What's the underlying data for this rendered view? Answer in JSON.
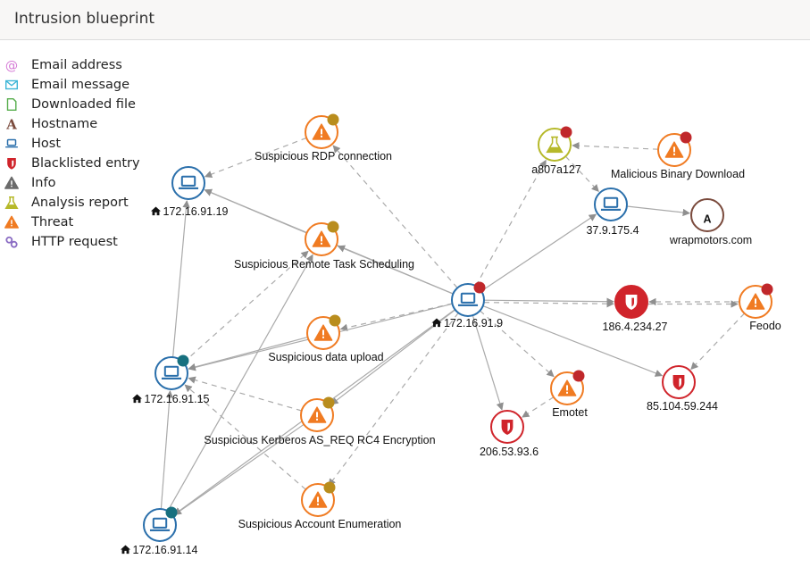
{
  "header": {
    "title": "Intrusion blueprint"
  },
  "colors": {
    "host": "#2a6fab",
    "threat": "#f07b22",
    "blacklist": "#d0242b",
    "analysis": "#b6b92a",
    "hostname": "#7a4a3c",
    "email_address": "#d57bd6",
    "email_message": "#3bb5d6",
    "downloaded_file": "#56ad4c",
    "info": "#6b6b6b",
    "http_request": "#8a6cc3",
    "badge_gold": "#b98d1d",
    "badge_red": "#c0282b",
    "badge_teal": "#17707f",
    "edge": "#aaaaaa"
  },
  "legend": [
    {
      "label": "Email address",
      "icon": "at-icon",
      "color_key": "email_address"
    },
    {
      "label": "Email message",
      "icon": "envelope-icon",
      "color_key": "email_message"
    },
    {
      "label": "Downloaded file",
      "icon": "file-icon",
      "color_key": "downloaded_file"
    },
    {
      "label": "Hostname",
      "icon": "letter-a-icon",
      "color_key": "hostname"
    },
    {
      "label": "Host",
      "icon": "laptop-icon",
      "color_key": "host"
    },
    {
      "label": "Blacklisted entry",
      "icon": "shield-icon",
      "color_key": "blacklist"
    },
    {
      "label": "Info",
      "icon": "warning-icon",
      "color_key": "info"
    },
    {
      "label": "Analysis report",
      "icon": "flask-icon",
      "color_key": "analysis"
    },
    {
      "label": "Threat",
      "icon": "warning-icon",
      "color_key": "threat"
    },
    {
      "label": "HTTP request",
      "icon": "link-icon",
      "color_key": "http_request"
    }
  ],
  "nodes": [
    {
      "id": "rdp",
      "type": "threat",
      "label": "Suspicious RDP connection",
      "badge": "badge_gold",
      "home": false
    },
    {
      "id": "h19",
      "type": "host",
      "label": "172.16.91.19",
      "badge": null,
      "home": true
    },
    {
      "id": "rts",
      "type": "threat",
      "label": "Suspicious Remote Task Scheduling",
      "badge": "badge_gold",
      "home": false
    },
    {
      "id": "a807",
      "type": "analysis",
      "label": "a807a127",
      "badge": "badge_red",
      "home": false
    },
    {
      "id": "mbd",
      "type": "threat",
      "label": "Malicious Binary Download",
      "badge": "badge_red",
      "home": false
    },
    {
      "id": "h37",
      "type": "host",
      "label": "37.9.175.4",
      "badge": null,
      "home": false
    },
    {
      "id": "wrap",
      "type": "hostname",
      "label": "wrapmotors.com",
      "badge": null,
      "home": false
    },
    {
      "id": "h9",
      "type": "host",
      "label": "172.16.91.9",
      "badge": "badge_red",
      "home": true
    },
    {
      "id": "b186",
      "type": "blacklist_filled",
      "label": "186.4.234.27",
      "badge": null,
      "home": false
    },
    {
      "id": "feodo",
      "type": "threat",
      "label": "Feodo",
      "badge": "badge_red",
      "home": false
    },
    {
      "id": "sdu",
      "type": "threat",
      "label": "Suspicious data upload",
      "badge": "badge_gold",
      "home": false
    },
    {
      "id": "h15",
      "type": "host",
      "label": "172.16.91.15",
      "badge": "badge_teal",
      "home": true
    },
    {
      "id": "b85",
      "type": "blacklist",
      "label": "85.104.59.244",
      "badge": null,
      "home": false
    },
    {
      "id": "emotet",
      "type": "threat",
      "label": "Emotet",
      "badge": "badge_red",
      "home": false
    },
    {
      "id": "kerb",
      "type": "threat",
      "label": "Suspicious Kerberos AS_REQ RC4 Encryption",
      "badge": "badge_gold",
      "home": false
    },
    {
      "id": "b206",
      "type": "blacklist",
      "label": "206.53.93.6",
      "badge": null,
      "home": false
    },
    {
      "id": "sae",
      "type": "threat",
      "label": "Suspicious Account Enumeration",
      "badge": "badge_gold",
      "home": false
    },
    {
      "id": "h14",
      "type": "host",
      "label": "172.16.91.14",
      "badge": "badge_teal",
      "home": true
    }
  ],
  "edges": [
    {
      "from": "rdp",
      "to": "h19",
      "style": "dashed"
    },
    {
      "from": "h9",
      "to": "rdp",
      "style": "dashed"
    },
    {
      "from": "rts",
      "to": "h19",
      "style": "solid"
    },
    {
      "from": "h9",
      "to": "h19",
      "style": "solid"
    },
    {
      "from": "h9",
      "to": "rts",
      "style": "solid"
    },
    {
      "from": "h15",
      "to": "h19",
      "style": "solid"
    },
    {
      "from": "h15",
      "to": "rts",
      "style": "dashed"
    },
    {
      "from": "h14",
      "to": "rts",
      "style": "solid"
    },
    {
      "from": "h9",
      "to": "a807",
      "style": "dashed"
    },
    {
      "from": "mbd",
      "to": "a807",
      "style": "dashed"
    },
    {
      "from": "a807",
      "to": "h37",
      "style": "dashed"
    },
    {
      "from": "h9",
      "to": "h37",
      "style": "solid"
    },
    {
      "from": "h37",
      "to": "wrap",
      "style": "solid"
    },
    {
      "from": "h9",
      "to": "b186",
      "style": "solid"
    },
    {
      "from": "h9",
      "to": "b186",
      "style": "dashed"
    },
    {
      "from": "feodo",
      "to": "b186",
      "style": "dashed"
    },
    {
      "from": "b186",
      "to": "feodo",
      "style": "dashed"
    },
    {
      "from": "feodo",
      "to": "b85",
      "style": "dashed"
    },
    {
      "from": "h9",
      "to": "b85",
      "style": "solid"
    },
    {
      "from": "h9",
      "to": "emotet",
      "style": "dashed"
    },
    {
      "from": "emotet",
      "to": "b206",
      "style": "dashed"
    },
    {
      "from": "h9",
      "to": "b206",
      "style": "solid"
    },
    {
      "from": "h9",
      "to": "sdu",
      "style": "dashed"
    },
    {
      "from": "h9",
      "to": "h15",
      "style": "solid"
    },
    {
      "from": "sdu",
      "to": "h15",
      "style": "solid"
    },
    {
      "from": "kerb",
      "to": "h15",
      "style": "dashed"
    },
    {
      "from": "sae",
      "to": "h15",
      "style": "dashed"
    },
    {
      "from": "h9",
      "to": "kerb",
      "style": "solid"
    },
    {
      "from": "h9",
      "to": "sae",
      "style": "dashed"
    },
    {
      "from": "kerb",
      "to": "h14",
      "style": "solid"
    },
    {
      "from": "h14",
      "to": "h15",
      "style": "solid"
    },
    {
      "from": "h9",
      "to": "h14",
      "style": "solid"
    }
  ]
}
